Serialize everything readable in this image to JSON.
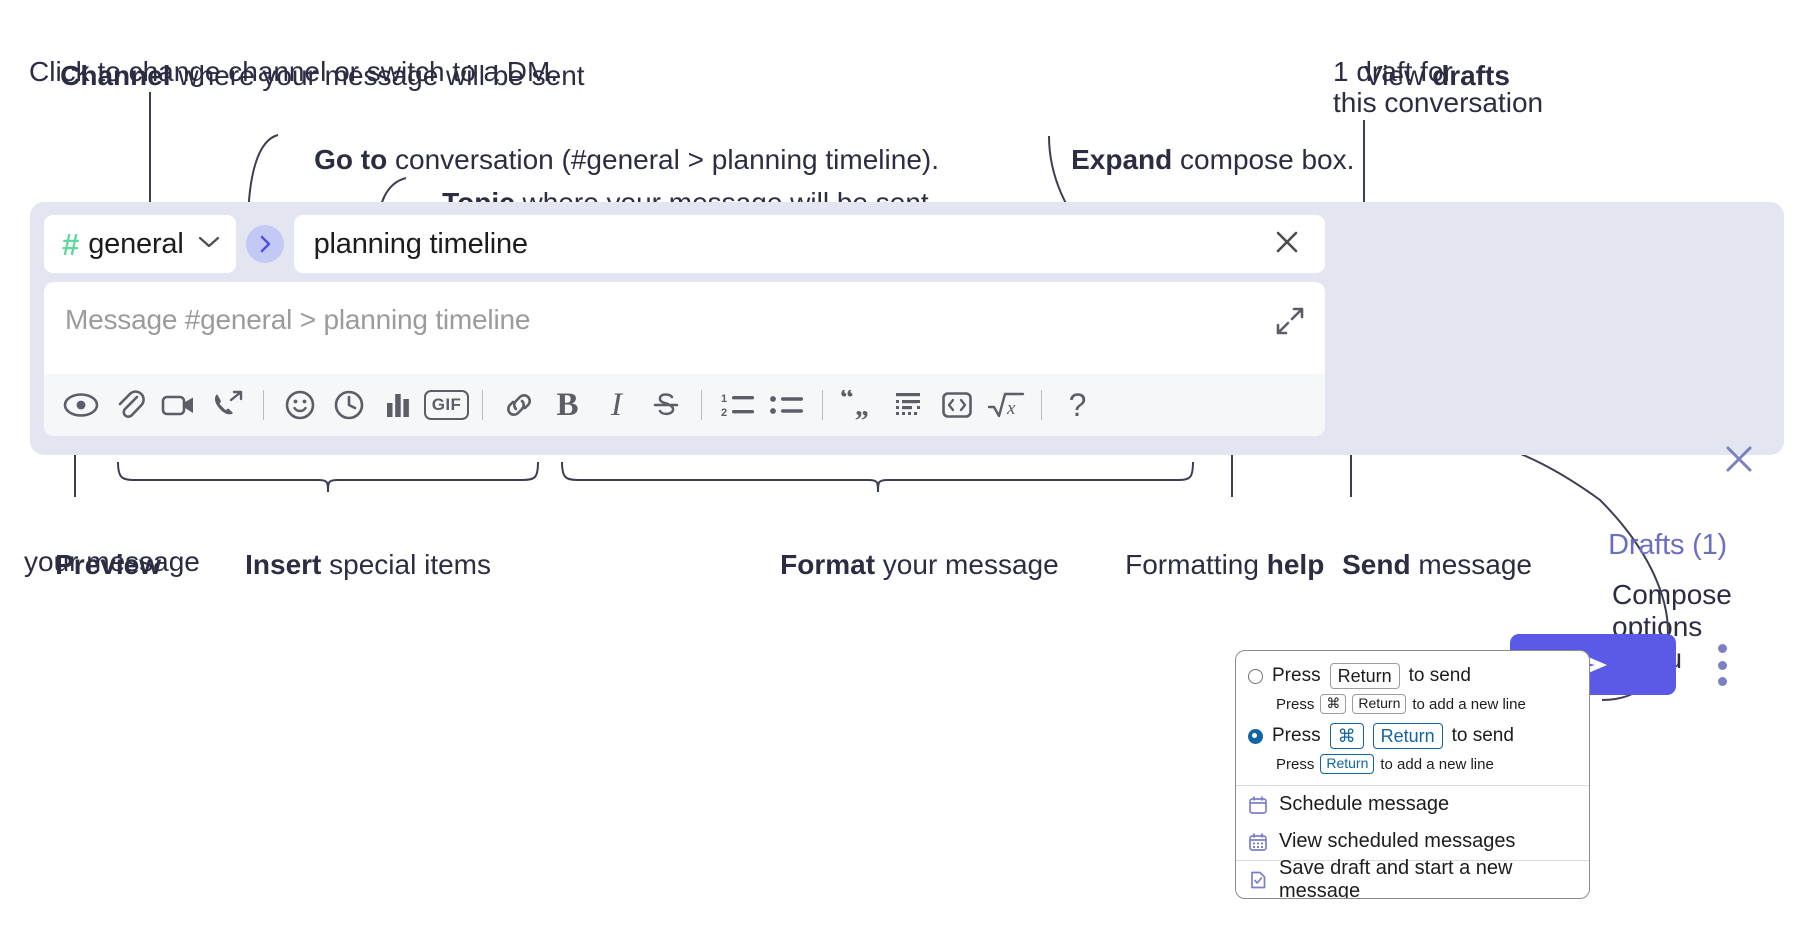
{
  "annotations": {
    "channel": {
      "bold": "Channel",
      "rest": " where your message will be sent",
      "italic": "Click to change channel or switch to a DM."
    },
    "goto": {
      "bold": "Go to",
      "rest": " conversation (#general > planning timeline)."
    },
    "topic": {
      "bold": "Topic",
      "rest": " where your message will be sent"
    },
    "expand": {
      "bold": "Expand",
      "rest": " compose box."
    },
    "drafts": {
      "plain": "View ",
      "bold": "drafts",
      "italic_line1": "1 draft for",
      "italic_line2": "this conversation"
    },
    "preview": {
      "bold": "Preview",
      "line2": "your message"
    },
    "insert": {
      "bold": "Insert",
      "rest": " special items"
    },
    "format": {
      "bold": "Format",
      "rest": " your message"
    },
    "formatting_help": {
      "plain": "Formatting ",
      "bold": "help"
    },
    "send": {
      "bold": "Send",
      "rest": " message"
    },
    "compose_options": {
      "bold_line1": "Compose",
      "bold_line2": "options",
      "plain_line3": "menu"
    }
  },
  "compose": {
    "channel_button": {
      "hash": "#",
      "name": "general",
      "chevron": "chevron-down"
    },
    "goto_button_label": "go-to-conversation",
    "topic_value": "planning timeline",
    "topic_clear_label": "clear-topic",
    "message_placeholder": "Message #general > planning timeline",
    "expand_label": "expand-compose-box",
    "close_label": "close-compose",
    "drafts_label": "Drafts (1)",
    "send_label": "send-message",
    "options_label": "compose-options",
    "toolbar": [
      {
        "id": "preview",
        "name": "eye-icon",
        "label": "Preview",
        "kind": "svg"
      },
      {
        "id": "attach",
        "name": "paperclip-icon",
        "label": "Attach file",
        "kind": "svg"
      },
      {
        "id": "video",
        "name": "video-camera-icon",
        "label": "Record video clip",
        "kind": "svg"
      },
      {
        "id": "audio",
        "name": "phone-arrow-icon",
        "label": "Record audio clip",
        "kind": "svg"
      },
      {
        "id": "sep1",
        "name": "toolbar-divider",
        "label": "",
        "kind": "sep"
      },
      {
        "id": "emoji",
        "name": "smiley-icon",
        "label": "Emoji",
        "kind": "svg"
      },
      {
        "id": "reminder",
        "name": "clock-icon",
        "label": "Schedule",
        "kind": "svg"
      },
      {
        "id": "poll",
        "name": "bar-chart-icon",
        "label": "Poll",
        "kind": "svg"
      },
      {
        "id": "gif",
        "name": "gif-icon",
        "label": "GIF",
        "kind": "gif"
      },
      {
        "id": "sep2",
        "name": "toolbar-divider",
        "label": "",
        "kind": "sep"
      },
      {
        "id": "link",
        "name": "link-icon",
        "label": "Link",
        "kind": "svg"
      },
      {
        "id": "bold",
        "name": "bold-icon",
        "label": "B",
        "kind": "text-bold"
      },
      {
        "id": "italic",
        "name": "italic-icon",
        "label": "I",
        "kind": "text-italic"
      },
      {
        "id": "strike",
        "name": "strikethrough-icon",
        "label": "S",
        "kind": "svg"
      },
      {
        "id": "sep3",
        "name": "toolbar-divider",
        "label": "",
        "kind": "sep"
      },
      {
        "id": "ordered",
        "name": "ordered-list-icon",
        "label": "Ordered list",
        "kind": "svg"
      },
      {
        "id": "bulleted",
        "name": "bulleted-list-icon",
        "label": "Bulleted list",
        "kind": "svg"
      },
      {
        "id": "sep4",
        "name": "toolbar-divider",
        "label": "",
        "kind": "sep"
      },
      {
        "id": "quote",
        "name": "blockquote-icon",
        "label": "Blockquote",
        "kind": "svg"
      },
      {
        "id": "codeblock",
        "name": "code-block-icon",
        "label": "Code block",
        "kind": "svg"
      },
      {
        "id": "code",
        "name": "inline-code-icon",
        "label": "Code",
        "kind": "svg"
      },
      {
        "id": "math",
        "name": "math-icon",
        "label": "Math",
        "kind": "svg"
      },
      {
        "id": "sep5",
        "name": "toolbar-divider",
        "label": "",
        "kind": "sep"
      },
      {
        "id": "help",
        "name": "question-mark-icon",
        "label": "?",
        "kind": "text-help"
      }
    ]
  },
  "options_menu": {
    "radios": [
      {
        "selected": false,
        "main_pre": "Press",
        "main_keys": [
          "Return"
        ],
        "main_post": "to send",
        "sub_pre": "Press",
        "sub_keys": [
          "⌘",
          "Return"
        ],
        "sub_post": "to add a new line"
      },
      {
        "selected": true,
        "main_pre": "Press",
        "main_keys": [
          "⌘",
          "Return"
        ],
        "main_post": "to send",
        "sub_pre": "Press",
        "sub_keys": [
          "Return"
        ],
        "sub_post": "to add a new line"
      }
    ],
    "items": [
      {
        "icon": "calendar-clock-icon",
        "label": "Schedule message"
      },
      {
        "icon": "calendar-grid-icon",
        "label": "View scheduled messages"
      },
      {
        "icon": "document-check-icon",
        "label": "Save draft and start a new message"
      }
    ]
  },
  "colors": {
    "accent_send": "#5a5ae6",
    "compose_bg": "#e3e5f1",
    "hash_green": "#61d6a0",
    "drafts_text": "#6b6fbf",
    "radio_blue": "#1264a3",
    "menu_icon_purple": "#7b7fc9",
    "ink": "#2b2d42"
  }
}
